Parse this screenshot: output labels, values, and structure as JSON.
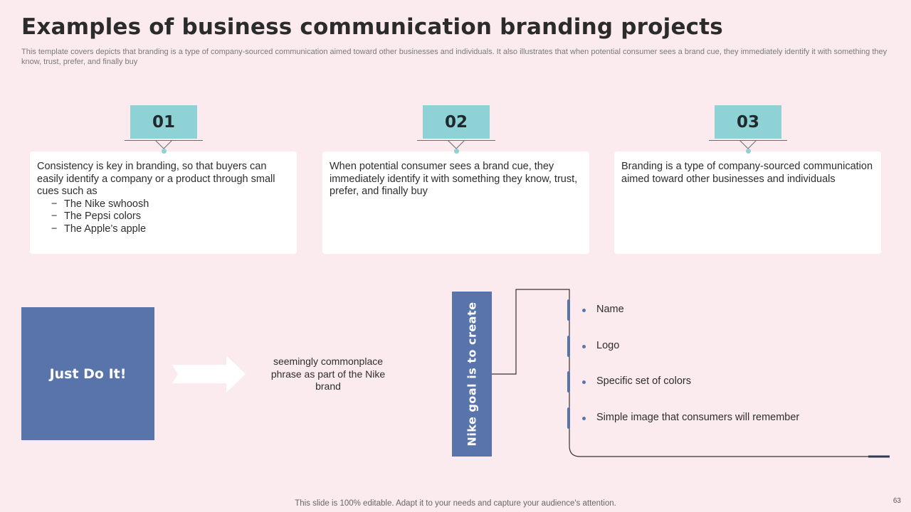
{
  "header": {
    "title": "Examples of business communication branding projects",
    "subtitle": "This template covers depicts that branding is a type  of company-sourced communication aimed toward other businesses and individuals. It also illustrates that when potential consumer sees a brand cue, they immediately identify it with something they know, trust, prefer, and finally buy"
  },
  "cards": [
    {
      "number": "01",
      "text": "Consistency is key in branding, so that buyers can easily identify a company or a product through small cues such as",
      "bullets": [
        "The Nike swhoosh",
        "The Pepsi colors",
        "The Apple’s apple"
      ]
    },
    {
      "number": "02",
      "text": "When potential consumer sees a brand cue, they immediately identify it with something they know, trust, prefer, and finally buy"
    },
    {
      "number": "03",
      "text": "Branding is a type of company-sourced communication aimed toward other businesses and individuals"
    }
  ],
  "slogan": {
    "label": "Just Do It!",
    "description": "seemingly commonplace phrase as part of the Nike brand"
  },
  "goal": {
    "label": "Nike goal is to create",
    "items": [
      "Name",
      "Logo",
      "Specific set of colors",
      "Simple image that consumers will remember"
    ]
  },
  "footer": {
    "note": "This slide is 100% editable. Adapt it to your needs and capture your audience's attention.",
    "page_number": "63"
  },
  "colors": {
    "background": "#fbebee",
    "teal_accent": "#8fd2d6",
    "blue_accent": "#5874aa"
  }
}
